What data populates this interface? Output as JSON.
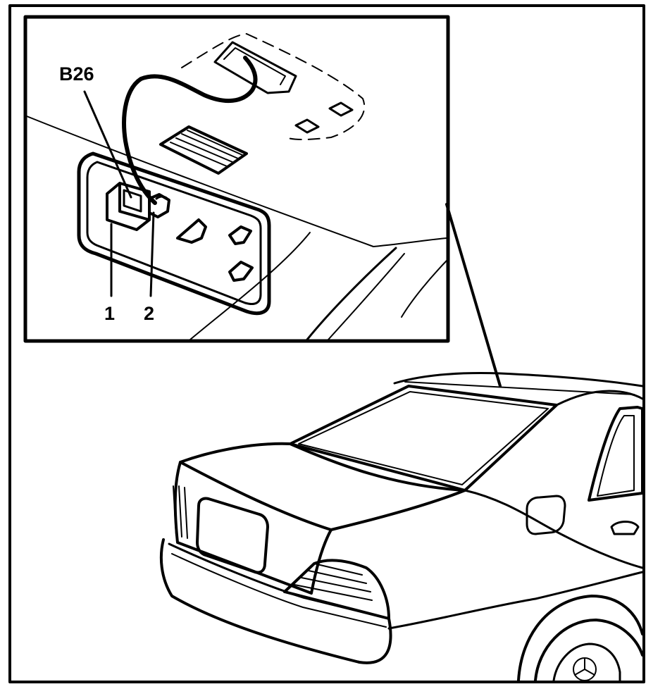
{
  "diagram": {
    "callouts": {
      "sensor": "B26",
      "item_1": "1",
      "item_2": "2"
    },
    "colors": {
      "ink": "#000000",
      "paper": "#ffffff"
    }
  }
}
